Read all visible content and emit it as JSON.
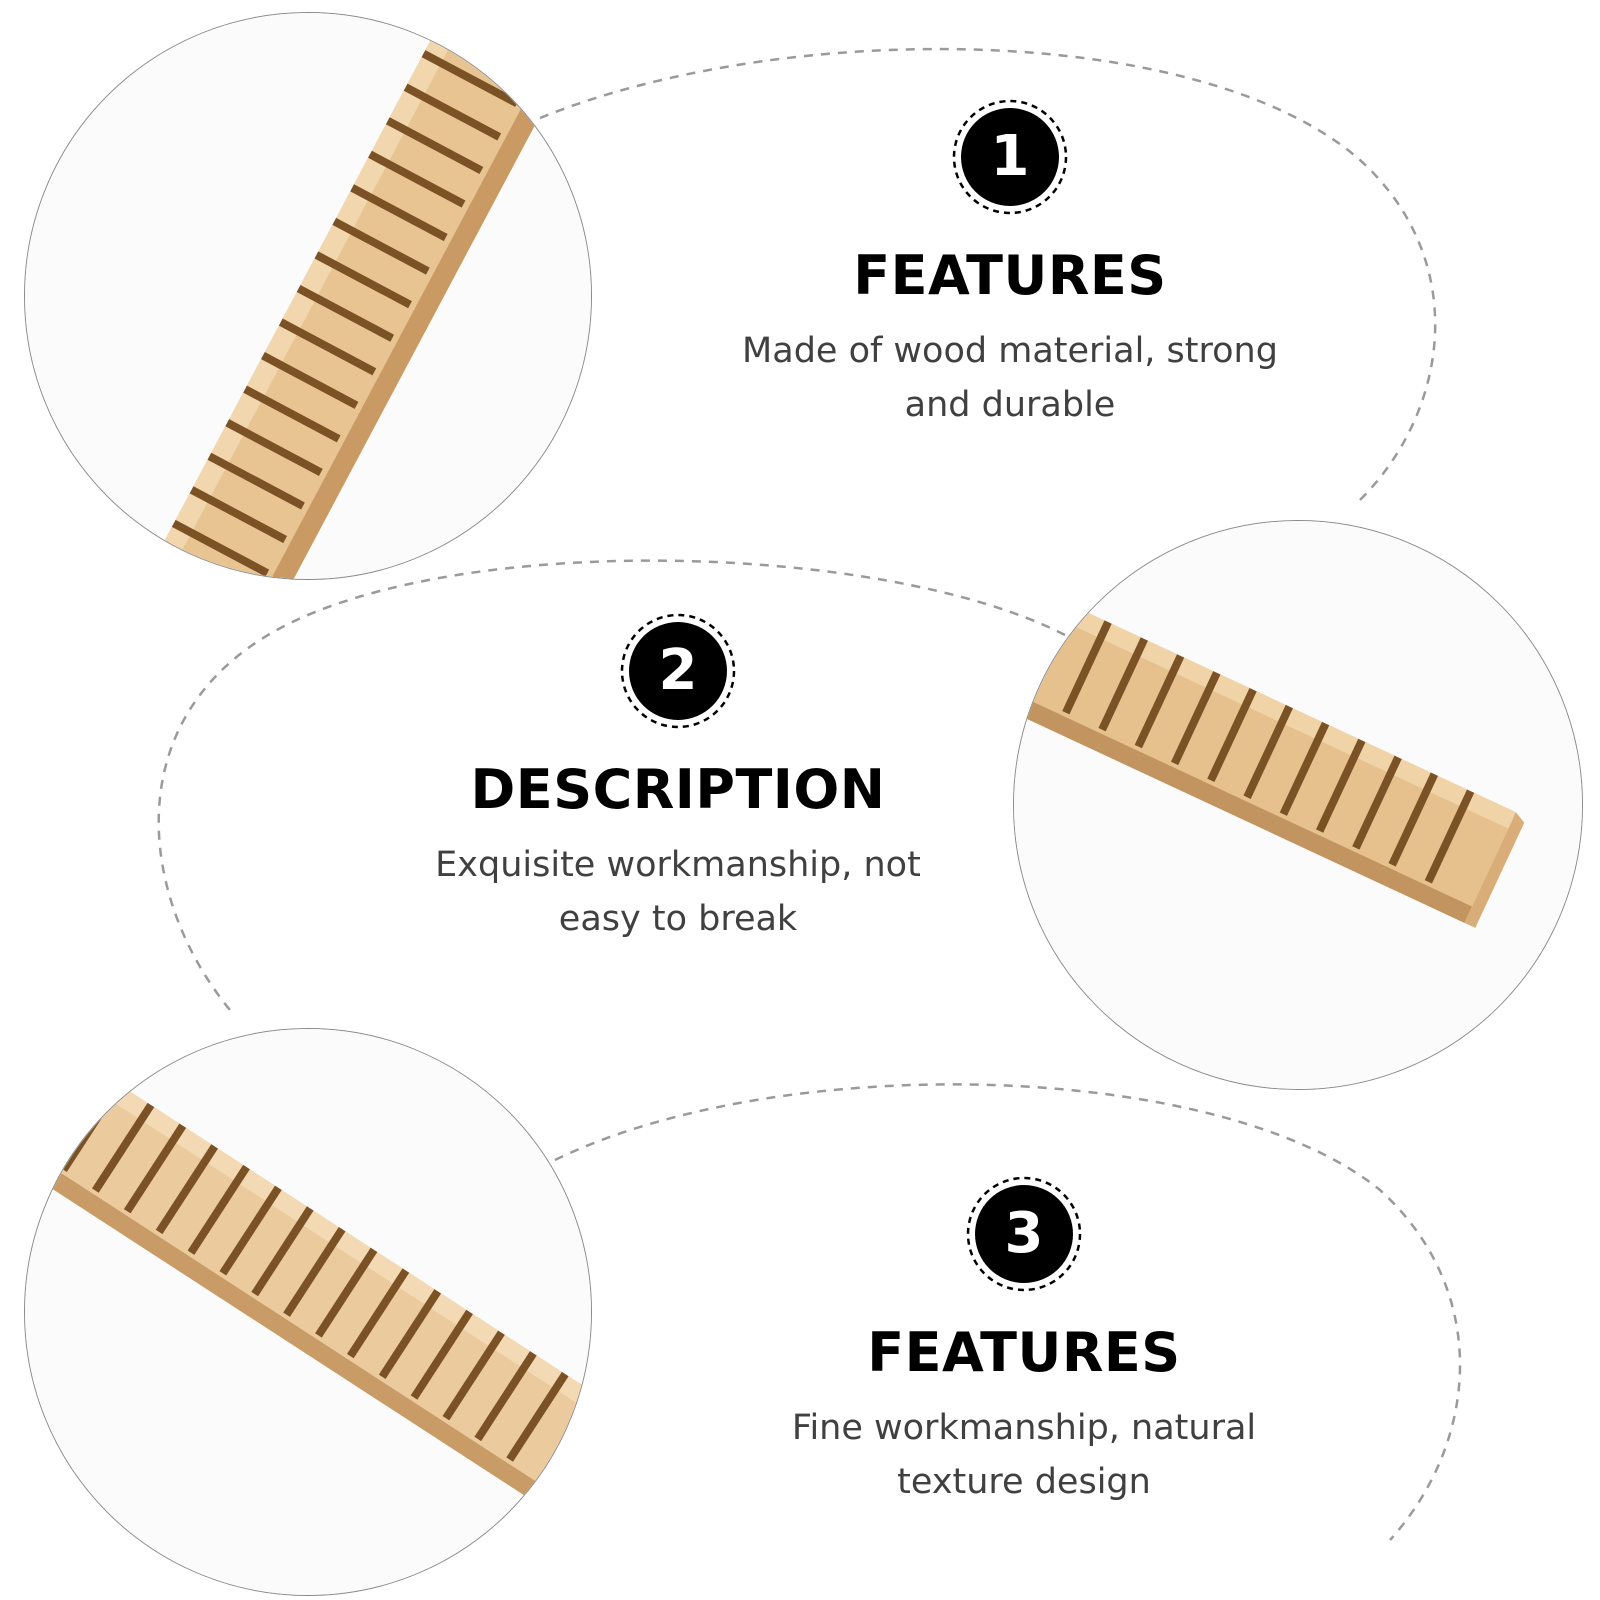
{
  "features": [
    {
      "number": "1",
      "heading": "FEATURES",
      "description_lines": [
        "Made of wood material, strong",
        "and durable"
      ]
    },
    {
      "number": "2",
      "heading": "DESCRIPTION",
      "description_lines": [
        "Exquisite workmanship, not",
        "easy to break"
      ]
    },
    {
      "number": "3",
      "heading": "FEATURES",
      "description_lines": [
        "Fine workmanship, natural",
        "texture design"
      ]
    }
  ],
  "colors": {
    "wood_light": "#e9c99a",
    "wood_dark": "#b98a55",
    "groove": "#8a5e2e",
    "badge": "#000000",
    "text": "#404040",
    "arc": "#9a9a9a"
  }
}
